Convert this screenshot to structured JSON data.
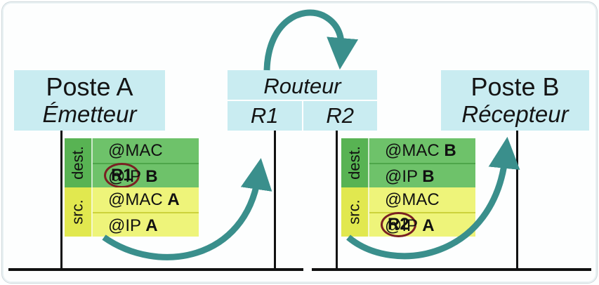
{
  "poste_a": {
    "title": "Poste A",
    "subtitle": "Émetteur"
  },
  "routeur": {
    "title": "Routeur",
    "port_1": "R1",
    "port_2": "R2"
  },
  "poste_b": {
    "title": "Poste B",
    "subtitle": "Récepteur"
  },
  "frame_1": {
    "dest_label": "dest.",
    "src_label": "src.",
    "dest_mac_prefix": "@MAC",
    "dest_mac_value": "R1",
    "dest_ip_prefix": "@IP",
    "dest_ip_value": "B",
    "src_mac_prefix": "@MAC",
    "src_mac_value": "A",
    "src_ip_prefix": "@IP",
    "src_ip_value": "A"
  },
  "frame_2": {
    "dest_label": "dest.",
    "src_label": "src.",
    "dest_mac_prefix": "@MAC",
    "dest_mac_value": "B",
    "dest_ip_prefix": "@IP",
    "dest_ip_value": "B",
    "src_mac_prefix": "@MAC",
    "src_mac_value": "R2",
    "src_ip_prefix": "@IP",
    "src_ip_value": "A"
  },
  "colors": {
    "node_fill": "#c9ecf1",
    "dest_fill": "#6ec26a",
    "src_fill": "#eef47a",
    "arrow": "#3a8f8c",
    "highlight_circle": "#7a1f22"
  }
}
